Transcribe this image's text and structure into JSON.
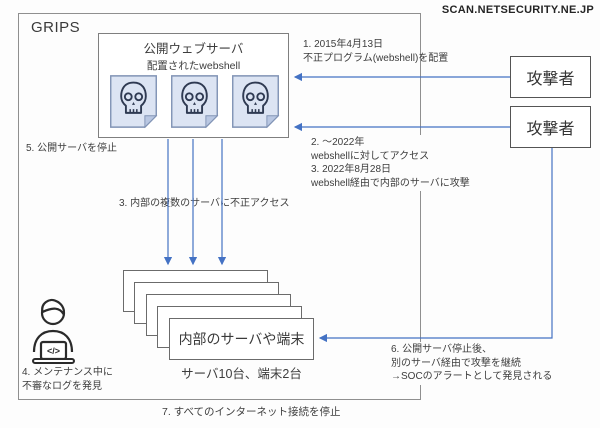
{
  "watermark": "SCAN.NETSECURITY.NE.JP",
  "grips": {
    "label": "GRIPS"
  },
  "web_server": {
    "title": "公開ウェブサーバ",
    "subtitle": "配置されたwebshell",
    "webshell_count": 3
  },
  "attackers": {
    "top": "攻撃者",
    "bottom": "攻撃者"
  },
  "internal_servers": {
    "label": "内部のサーバや端末",
    "caption": "サーバ10台、端末2台",
    "stack_count": 5
  },
  "person": {
    "laptop_code": "</>"
  },
  "steps": {
    "s1": [
      "1. 2015年4月13日",
      "不正プログラム(webshell)を配置"
    ],
    "s2_3": [
      "2. ～2022年",
      "webshellに対してアクセス",
      "3. 2022年8月28日",
      "webshell経由で内部のサーバに攻撃"
    ],
    "s3_internal": "3. 内部の複数のサーバに不正アクセス",
    "s4": [
      "4. メンテナンス中に",
      "不審なログを発見"
    ],
    "s5": "5. 公開サーバを停止",
    "s6": [
      "6. 公開サーバ停止後、",
      "別のサーバ経由で攻撃を継続",
      "→SOCのアラートとして発見される"
    ],
    "s7": "7. すべてのインターネット接続を停止"
  },
  "colors": {
    "arrow": "#4472c4",
    "outer_border": "#8f8f8f",
    "box_border": "#545454",
    "webshell_doc_fill": "#dce4f3",
    "webshell_fold_fill": "#b9c7e2",
    "skull_stroke": "#2f3a52",
    "text": "#3d3d3d"
  }
}
